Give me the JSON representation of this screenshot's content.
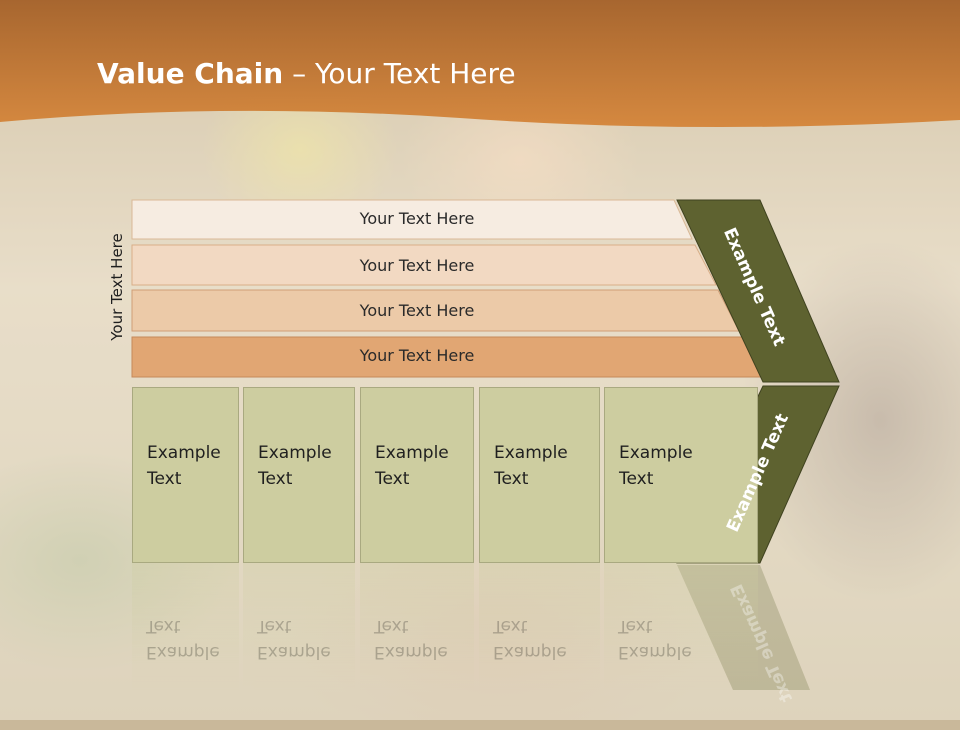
{
  "slide": {
    "title_bold": "Value Chain",
    "title_rest": " – Your Text Here"
  },
  "side_label": "Your Text Here",
  "bars": [
    {
      "label": "Your Text Here"
    },
    {
      "label": "Your Text Here"
    },
    {
      "label": "Your Text Here"
    },
    {
      "label": "Your Text Here"
    }
  ],
  "boxes": [
    {
      "label": "Example\nText"
    },
    {
      "label": "Example\nText"
    },
    {
      "label": "Example\nText"
    },
    {
      "label": "Example\nText"
    },
    {
      "label": "Example\nText"
    }
  ],
  "chevron": {
    "upper_label": "Example Text",
    "lower_label": "Example Text"
  },
  "colors": {
    "header": "#c5762c",
    "bar_1": "#f6ece1",
    "bar_2": "#f2d9c2",
    "bar_3": "#eccaa8",
    "bar_4": "#e1a673",
    "box": "#cdcda0",
    "chevron": "#5e6230"
  }
}
